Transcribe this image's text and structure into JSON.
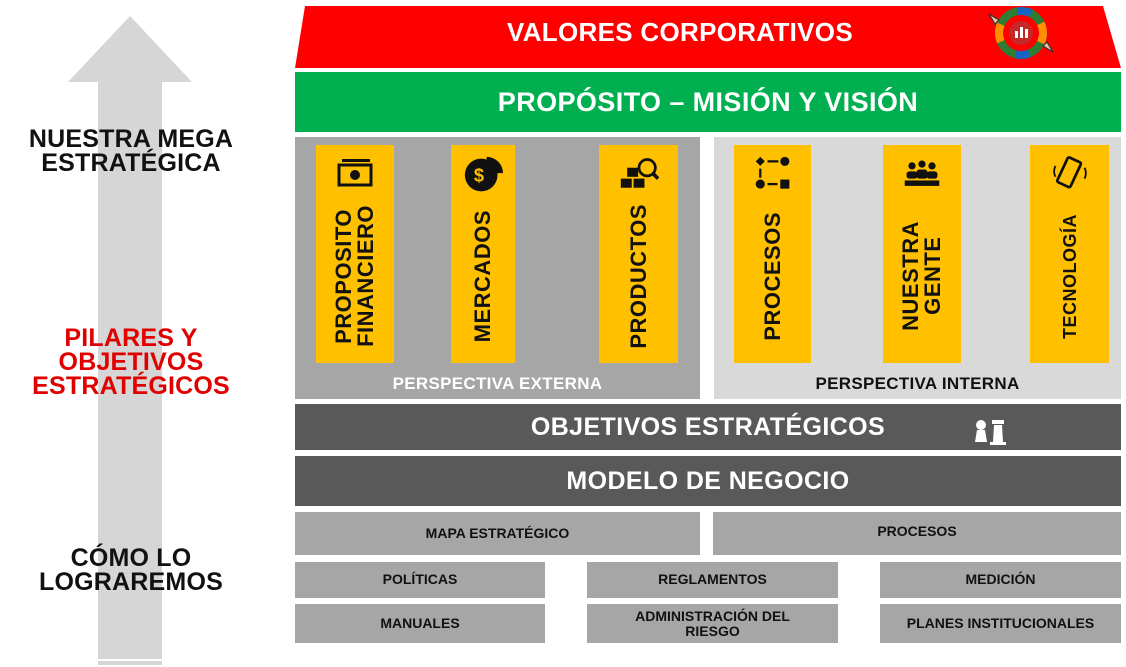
{
  "side": {
    "top_label": "NUESTRA MEGA\nESTRATÉGICA",
    "middle_label": "PILARES Y\nOBJETIVOS\nESTRATÉGICOS",
    "bottom_label": "CÓMO LO\nLOGRAREMOS"
  },
  "roof": {
    "title": "VALORES CORPORATIVOS",
    "color": "#ff0000"
  },
  "purpose": {
    "title": "PROPÓSITO – MISIÓN Y VISIÓN",
    "color": "#00b050"
  },
  "perspectives": {
    "external": {
      "label": "PERSPECTIVA EXTERNA",
      "pillars": [
        {
          "label": "PROPOSITO\nFINANCIERO",
          "icon": "money-icon"
        },
        {
          "label": "MERCADOS",
          "icon": "pie-chart-icon"
        },
        {
          "label": "PRODUCTOS",
          "icon": "products-search-icon"
        }
      ]
    },
    "internal": {
      "label": "PERSPECTIVA INTERNA",
      "pillars": [
        {
          "label": "PROCESOS",
          "icon": "process-flow-icon"
        },
        {
          "label": "NUESTRA\nGENTE",
          "icon": "people-icon"
        },
        {
          "label": "TECNOLOGÍA",
          "icon": "phone-icon"
        }
      ]
    },
    "pillar_color": "#ffc000"
  },
  "objectives": {
    "title": "OBJETIVOS ESTRATÉGICOS",
    "icon": "chess-icon"
  },
  "business_model": {
    "title": "MODELO DE NEGOCIO"
  },
  "foundation": {
    "row1": [
      "MAPA ESTRATÉGICO",
      "PROCESOS"
    ],
    "row2": [
      "POLÍTICAS",
      "REGLAMENTOS",
      "MEDICIÓN"
    ],
    "row3": [
      "MANUALES",
      "ADMINISTRACIÓN DEL\nRIESGO",
      "PLANES INSTITUCIONALES"
    ]
  }
}
